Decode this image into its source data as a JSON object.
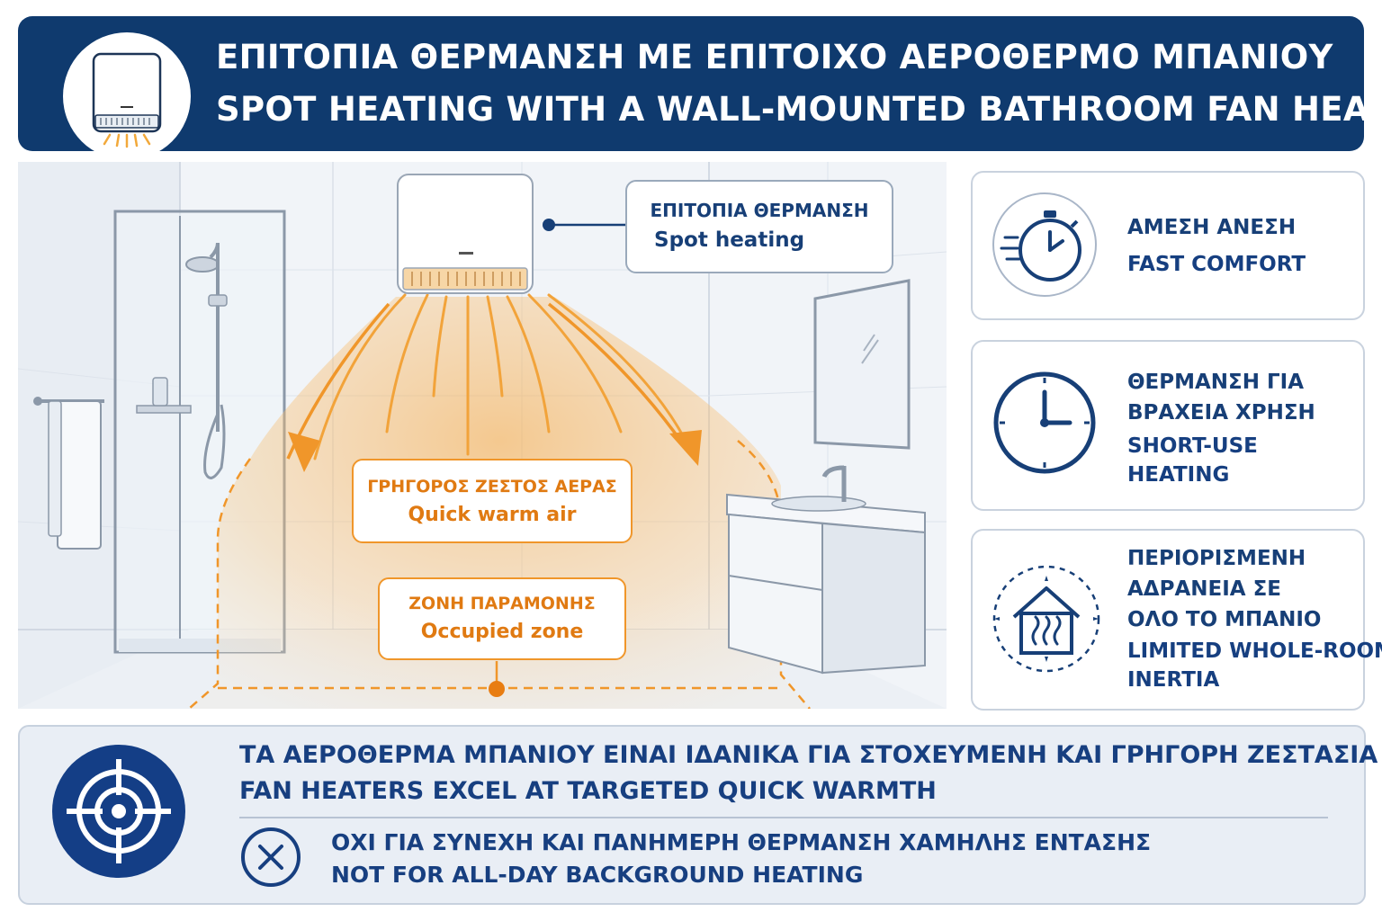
{
  "header": {
    "title_el": "ΕΠΙΤΟΠΙΑ ΘΕΡΜΑΝΣΗ ΜΕ ΕΠΙΤΟΙΧΟ ΑΕΡΟΘΕΡΜΟ ΜΠΑΝΙΟΥ",
    "title_en": "SPOT HEATING WITH A WALL-MOUNTED BATHROOM FAN HEATER",
    "icon": "fan-heater-icon"
  },
  "scene": {
    "spot_heating": {
      "el": "ΕΠΙΤΟΠΙΑ ΘΕΡΜΑΝΣΗ",
      "en": "Spot heating"
    },
    "warm_air": {
      "el": "ΓΡΗΓΟΡΟΣ ΖΕΣΤΟΣ ΑΕΡΑΣ",
      "en": "Quick warm air"
    },
    "occupied_zone": {
      "el": "ΖΟΝΗ ΠΑΡΑΜΟΝΗΣ",
      "en": "Occupied zone"
    }
  },
  "cards": [
    {
      "icon": "stopwatch-icon",
      "el": "ΑΜΕΣΗ ΑΝΕΣΗ",
      "en": "FAST COMFORT"
    },
    {
      "icon": "clock-icon",
      "el_1": "ΘΕΡΜΑΝΣΗ ΓΙΑ",
      "el_2": "ΒΡΑΧΕΙΑ ΧΡΗΣΗ",
      "en_1": "SHORT-USE",
      "en_2": "HEATING"
    },
    {
      "icon": "house-heat-icon",
      "el_1": "ΠΕΡΙΟΡΙΣΜΕΝΗ",
      "el_2": "ΑΔΡΑΝΕΙΑ ΣΕ",
      "el_3": "ΟΛΟ ΤΟ ΜΠΑΝΙΟ",
      "en_1": "LIMITED WHOLE-ROOM",
      "en_2": "INERTIA"
    }
  ],
  "bottom": {
    "target_icon": "target-icon",
    "line1_el": "ΤΑ ΑΕΡΟΘΕΡΜΑ ΜΠΑΝΙΟΥ ΕΙΝΑΙ ΙΔΑΝΙΚΑ ΓΙΑ ΣΤΟΧΕΥΜΕΝΗ ΚΑΙ ΓΡΗΓΟΡΗ ΖΕΣΤΑΣΙΑ",
    "line1_en": "FAN HEATERS EXCEL AT TARGETED QUICK WARMTH",
    "no_icon": "x-circle-icon",
    "line2_el": "ΟΧΙ ΓΙΑ ΣΥΝΕΧΗ ΚΑΙ ΠΑΝΗΜΕΡΗ ΘΕΡΜΑΝΣΗ ΧΑΜΗΛΗΣ ΕΝΤΑΣΗΣ",
    "line2_en": "NOT FOR ALL-DAY BACKGROUND HEATING"
  },
  "colors": {
    "navy": "#0f3a6e",
    "text_blue": "#173f77",
    "orange": "#f0962a",
    "orange_text": "#e07a12"
  }
}
